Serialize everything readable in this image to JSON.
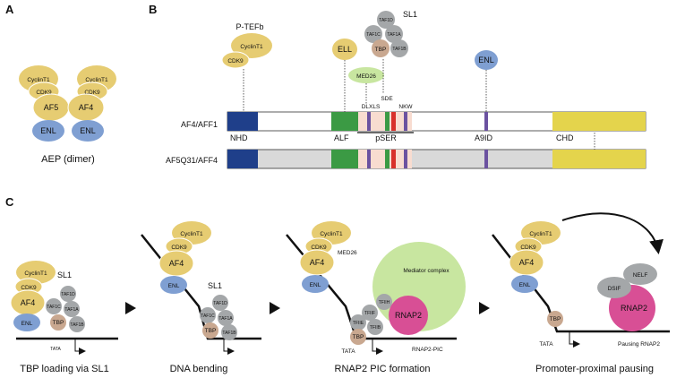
{
  "panels": {
    "a": "A",
    "b": "B",
    "c": "C"
  },
  "colors": {
    "gold": "#e6cc72",
    "blue": "#7f9fd2",
    "gray": "#a4a7a9",
    "tan": "#c9a890",
    "navy": "#1f3f8a",
    "green": "#3b9a44",
    "purple": "#6b52a0",
    "red": "#d8302b",
    "yellow": "#e4d44c",
    "lightgreen": "#c8e6a0",
    "magenta": "#d84f95"
  },
  "panel_a": {
    "cyclin_left": "CyclinT1",
    "cdk_left": "CDK9",
    "af5": "AF5",
    "enl_left": "ENL",
    "cyclin_right": "CyclinT1",
    "cdk_right": "CDK9",
    "af4": "AF4",
    "enl_right": "ENL",
    "caption": "AEP (dimer)"
  },
  "panel_b": {
    "ptefb": "P-TEFb",
    "cyclin": "CyclinT1",
    "cdk9": "CDK9",
    "ell": "ELL",
    "sl1": "SL1",
    "taf1d": "TAF1D",
    "taf1c": "TAF1C",
    "taf1a": "TAF1A",
    "tbp": "TBP",
    "taf1b": "TAF1B",
    "med26": "MED26",
    "sde": "SDE",
    "dlxls": "DLXLS",
    "nkw": "NKW",
    "enl": "ENL",
    "aff1": "AF4/AFF1",
    "aff4": "AF5Q31/AFF4",
    "nhd": "NHD",
    "alf": "ALF",
    "pser": "pSER",
    "a9id": "A9ID",
    "chd": "CHD"
  },
  "panel_c": {
    "s1": {
      "cyclin": "CyclinT1",
      "cdk9": "CDK9",
      "af4": "AF4",
      "enl": "ENL",
      "sl1": "SL1",
      "taf1d": "TAF1D",
      "taf1c": "TAF1C",
      "taf1a": "TAF1A",
      "tbp": "TBP",
      "taf1b": "TAF1B",
      "tata": "TATA",
      "caption": "TBP loading via SL1"
    },
    "s2": {
      "cyclin": "CyclinT1",
      "cdk9": "CDK9",
      "af4": "AF4",
      "enl": "ENL",
      "sl1": "SL1",
      "taf1d": "TAF1D",
      "taf1c": "TAF1C",
      "taf1a": "TAF1A",
      "tbp": "TBP",
      "taf1b": "TAF1B",
      "caption": "DNA bending"
    },
    "s3": {
      "cyclin": "CyclinT1",
      "cdk9": "CDK9",
      "af4": "AF4",
      "med26": "MED26",
      "enl": "ENL",
      "mediator": "Mediator complex",
      "tfiih": "TFIIH",
      "tfiif": "TFIIF",
      "tfiie": "TFIIE",
      "tfiib": "TFIIB",
      "tbp": "TBP",
      "rnap2": "RNAP2",
      "tata": "TATA",
      "pic": "RNAP2-PIC",
      "caption": "RNAP2 PIC formation"
    },
    "s4": {
      "cyclin": "CyclinT1",
      "cdk9": "CDK9",
      "af4": "AF4",
      "enl": "ENL",
      "nelf": "NELF",
      "dsif": "DSIF",
      "rnap2": "RNAP2",
      "tbp": "TBP",
      "tata": "TATA",
      "pausing": "Pausing RNAP2",
      "caption": "Promoter-proximal pausing"
    }
  }
}
